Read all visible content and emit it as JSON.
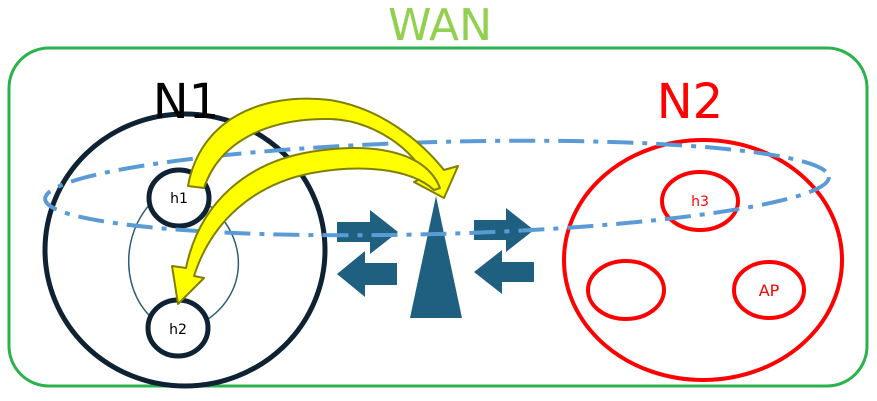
{
  "colors": {
    "wan_green": "#2bb24c",
    "wan_title": "#92d050",
    "n1_outline": "#0e2233",
    "n2_red": "#ff0000",
    "dashed_blue": "#5b9bd5",
    "arrow_yellow": "#ffff00",
    "arrow_outline": "#7f7f00",
    "router_blue": "#1f5f80",
    "inner_link": "#2e5f78"
  },
  "wan": {
    "label": "WAN"
  },
  "n1": {
    "label": "N1",
    "hosts": [
      {
        "label": "h1"
      },
      {
        "label": "h2"
      }
    ]
  },
  "n2": {
    "label": "N2",
    "hosts": [
      {
        "label": "h3"
      },
      {
        "label": ""
      },
      {
        "label": "AP"
      }
    ]
  },
  "icons": {
    "router": "router-triangle-icon",
    "arrows": "chevron-arrow-icon"
  }
}
